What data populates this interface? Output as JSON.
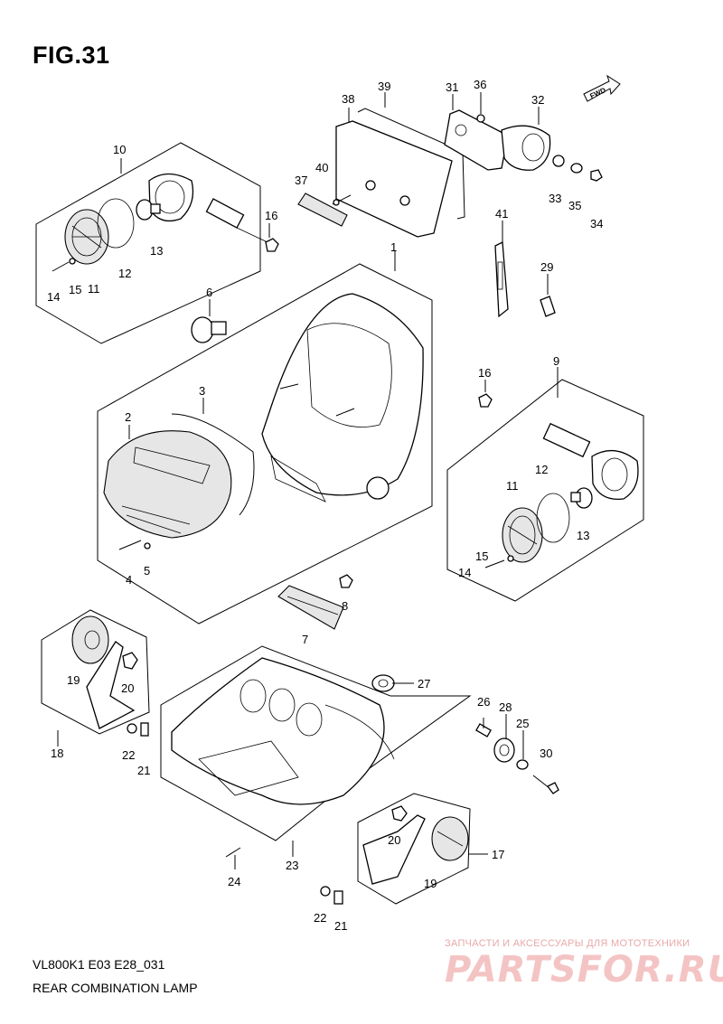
{
  "figure": {
    "title": "FIG.31"
  },
  "footer": {
    "code": "VL800K1 E03 E28_031",
    "name": "REAR COMBINATION LAMP"
  },
  "watermark": {
    "line": "ЗАПЧАСТИ И АКСЕССУАРЫ ДЛЯ МОТОТЕХНИКИ",
    "logo": "PARTSFOR.RU"
  },
  "fwd_label": "FWD",
  "callouts": {
    "c1": "1",
    "c2": "2",
    "c3": "3",
    "c4": "4",
    "c5": "5",
    "c6": "6",
    "c7": "7",
    "c8": "8",
    "c9": "9",
    "c10": "10",
    "c11a": "11",
    "c11b": "11",
    "c12a": "12",
    "c12b": "12",
    "c13a": "13",
    "c13b": "13",
    "c14a": "14",
    "c14b": "14",
    "c15a": "15",
    "c15b": "15",
    "c16a": "16",
    "c16b": "16",
    "c17": "17",
    "c18": "18",
    "c19a": "19",
    "c19b": "19",
    "c20a": "20",
    "c20b": "20",
    "c21a": "21",
    "c21b": "21",
    "c22a": "22",
    "c22b": "22",
    "c23": "23",
    "c24": "24",
    "c25": "25",
    "c26": "26",
    "c27": "27",
    "c28": "28",
    "c29": "29",
    "c30": "30",
    "c31": "31",
    "c32": "32",
    "c33": "33",
    "c34": "34",
    "c35": "35",
    "c36": "36",
    "c37": "37",
    "c38": "38",
    "c39": "39",
    "c40": "40",
    "c41": "41"
  }
}
